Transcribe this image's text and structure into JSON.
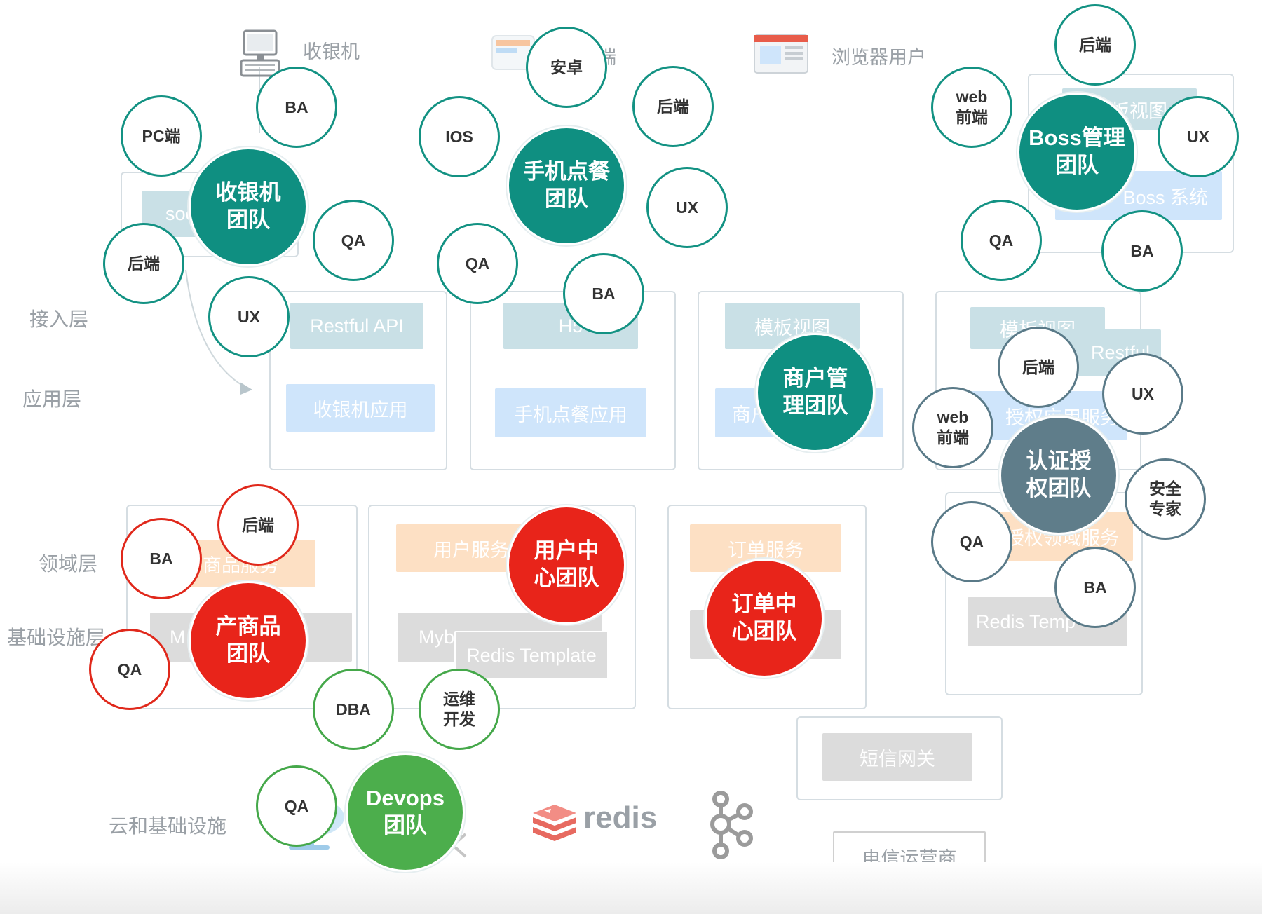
{
  "colors": {
    "teal": "#0f8f81",
    "red": "#e8241a",
    "slate": "#5f7d8a",
    "green": "#4cae4c"
  },
  "clients": [
    {
      "label": "收银机",
      "icon": "cash-register-icon"
    },
    {
      "label": "端",
      "icon": "mobile-device-icon"
    },
    {
      "label": "浏览器用户",
      "icon": "browser-window-icon"
    }
  ],
  "layers": {
    "access": "接入层",
    "application": "应用层",
    "domain": "领域层",
    "infrastructure": "基础设施层",
    "cloud": "云和基础设施"
  },
  "boxes": {
    "soc": "soc",
    "restful_api": "Restful API",
    "cashier_app": "收银机应用",
    "h5": "H5",
    "mobile_app": "手机点餐应用",
    "template_view_1": "模板视图",
    "merchant_app": "商户",
    "template_view_2": "模板视图",
    "template_view_3": "模板视图",
    "boss_system": "Boss 系统",
    "restful_auth": "Restful",
    "auth_app_service": "授权应用服务",
    "product_service": "商品服务",
    "user_service": "用户服务",
    "order_service": "订单服务",
    "auth_domain_service": "授权领域服务",
    "mybatis_product": "M",
    "mybatis_user": "Myb",
    "redis_template_user": "Redis Template",
    "redis_template_auth": "Redis Temp",
    "sms_gateway": "短信网关",
    "telecom": "电信运营商",
    "redis_logo": "redis"
  },
  "teams": [
    {
      "id": "cashier",
      "title": "收银机\n团队",
      "color": "teal",
      "roles": [
        "PC端",
        "BA",
        "QA",
        "UX",
        "后端"
      ]
    },
    {
      "id": "mobile",
      "title": "手机点餐\n团队",
      "color": "teal",
      "roles": [
        "安卓",
        "后端",
        "IOS",
        "UX",
        "QA",
        "BA"
      ]
    },
    {
      "id": "boss",
      "title": "Boss管理\n团队",
      "color": "teal",
      "roles": [
        "后端",
        "web\n前端",
        "UX",
        "QA",
        "BA"
      ]
    },
    {
      "id": "merchant",
      "title": "商户管\n理团队",
      "color": "teal",
      "roles": []
    },
    {
      "id": "auth",
      "title": "认证授\n权团队",
      "color": "slate",
      "roles": [
        "后端",
        "UX",
        "web\n前端",
        "安全\n专家",
        "QA",
        "BA"
      ]
    },
    {
      "id": "product",
      "title": "产商品\n团队",
      "color": "red",
      "roles": [
        "后端",
        "BA",
        "QA"
      ]
    },
    {
      "id": "user",
      "title": "用户中\n心团队",
      "color": "red",
      "roles": []
    },
    {
      "id": "order",
      "title": "订单中\n心团队",
      "color": "red",
      "roles": []
    },
    {
      "id": "devops",
      "title": "Devops\n团队",
      "color": "green",
      "roles": [
        "DBA",
        "运维\n开发",
        "QA"
      ]
    }
  ]
}
